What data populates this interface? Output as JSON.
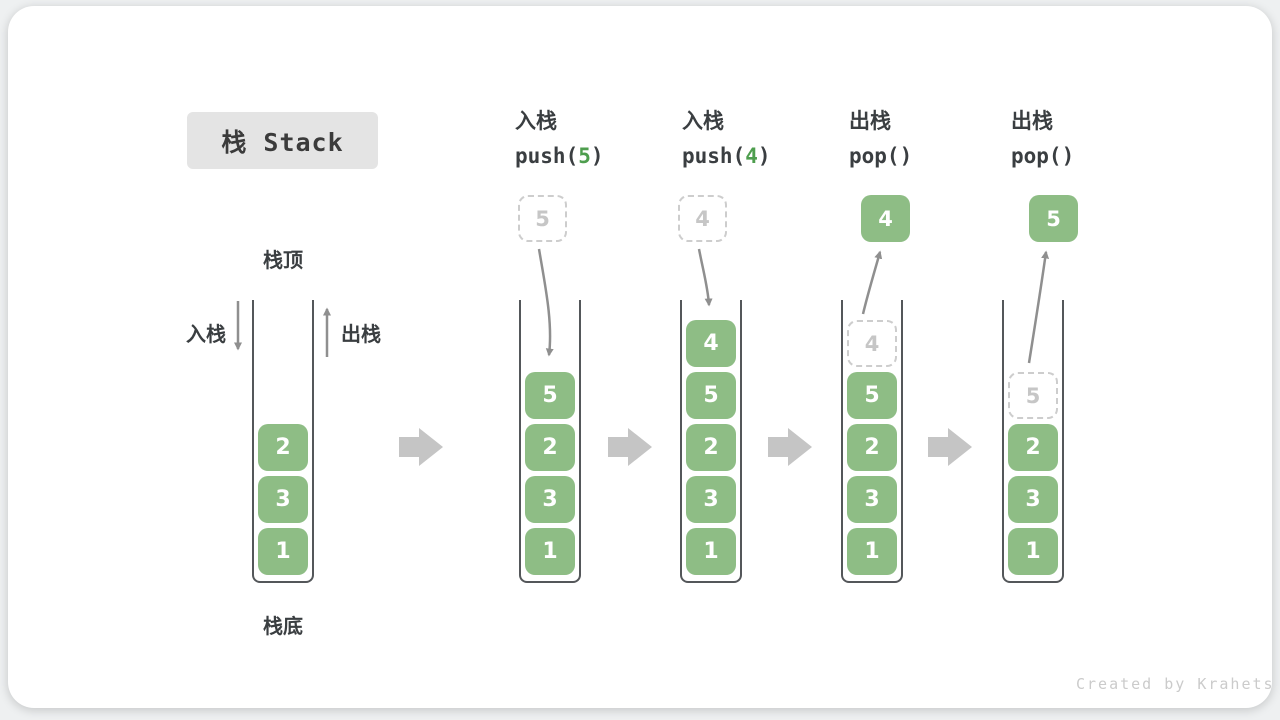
{
  "title": "栈 Stack",
  "watermark": "Created by Krahets",
  "labels": {
    "stack_top": "栈顶",
    "stack_bottom": "栈底",
    "push_in": "入栈",
    "pop_out": "出栈"
  },
  "colors": {
    "item_green": "#8ebd85",
    "item_text": "#ffffff",
    "code_arg_green": "#4e9e4e",
    "dashed_border": "#cdcdcd",
    "dashed_text": "#c6c6c6",
    "stack_wall": "#54575a",
    "label_text": "#3a3e41",
    "thin_arrow": "#8f8f8f",
    "block_arrow": "#c5c5c5",
    "title_bg": "#e4e4e4",
    "watermark_text": "#cbcbcb"
  },
  "steps": [
    {
      "name": "initial",
      "items": [
        "2",
        "3",
        "1"
      ]
    },
    {
      "name": "push-5",
      "op": "入栈",
      "code_pre": "push(",
      "code_arg": "5",
      "code_post": ")",
      "floating": {
        "value": "5",
        "variant": "dashed"
      },
      "items": [
        "5",
        "2",
        "3",
        "1"
      ]
    },
    {
      "name": "push-4",
      "op": "入栈",
      "code_pre": "push(",
      "code_arg": "4",
      "code_post": ")",
      "floating": {
        "value": "4",
        "variant": "dashed"
      },
      "items": [
        "4",
        "5",
        "2",
        "3",
        "1"
      ]
    },
    {
      "name": "pop-4",
      "op": "出栈",
      "code_pre": "pop()",
      "code_arg": "",
      "code_post": "",
      "floating": {
        "value": "4",
        "variant": "solid"
      },
      "items": [
        {
          "value": "4",
          "dashed": true
        },
        "5",
        "2",
        "3",
        "1"
      ]
    },
    {
      "name": "pop-5",
      "op": "出栈",
      "code_pre": "pop()",
      "code_arg": "",
      "code_post": "",
      "floating": {
        "value": "5",
        "variant": "solid"
      },
      "items": [
        {
          "value": "5",
          "dashed": true
        },
        "2",
        "3",
        "1"
      ]
    }
  ]
}
